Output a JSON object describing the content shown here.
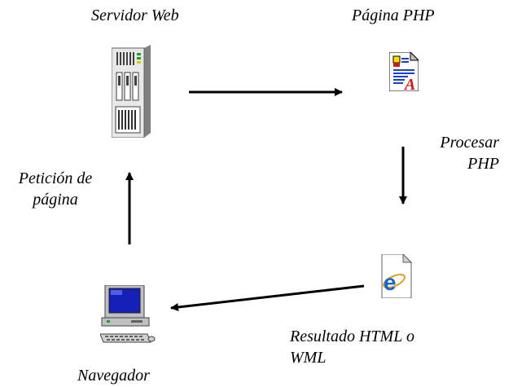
{
  "nodes": {
    "server": {
      "label": "Servidor Web",
      "icon": "server-icon"
    },
    "php_page": {
      "label": "Página PHP",
      "icon": "php-document-icon"
    },
    "result": {
      "label_line1": "Resultado HTML o",
      "label_line2": "WML",
      "icon": "html-document-icon"
    },
    "browser": {
      "label": "Navegador",
      "icon": "computer-icon"
    }
  },
  "edges": {
    "server_to_php": {
      "label": ""
    },
    "php_to_result": {
      "label_line1": "Procesar",
      "label_line2": "PHP"
    },
    "result_to_browser": {
      "label": ""
    },
    "browser_to_server": {
      "label_line1": "Petición de",
      "label_line2": "página"
    }
  },
  "colors": {
    "line": "#000000",
    "text": "#000000",
    "doc_blue": "#1b3fd1",
    "doc_red": "#d01818",
    "ie_blue": "#1a64c8",
    "screen_blue": "#1420b8"
  }
}
